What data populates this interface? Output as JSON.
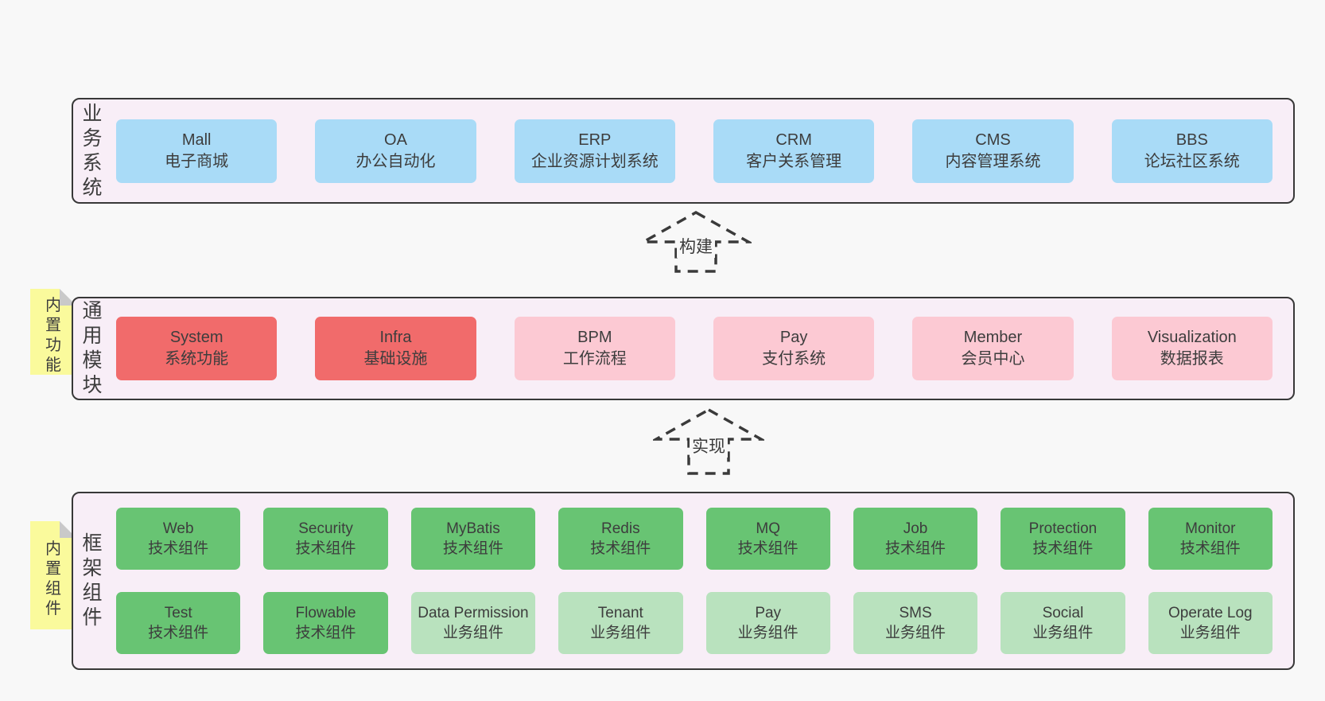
{
  "colors": {
    "page_bg": "#f8f8f8",
    "panel_bg": "#f8eef7",
    "panel_border": "#383838",
    "box_blue": "#a9dbf7",
    "box_red": "#f16b6b",
    "box_pink": "#fcc9d3",
    "box_green": "#68c473",
    "box_lightgreen": "#b9e2be",
    "note_yellow": "#fafa9c",
    "note_fold": "#c9c9c9",
    "text": "#3d3d3d"
  },
  "arrows": [
    {
      "label": "构建"
    },
    {
      "label": "实现"
    }
  ],
  "layers": [
    {
      "label": "业务系统",
      "boxes": [
        {
          "name": "Mall",
          "subtitle": "电子商城"
        },
        {
          "name": "OA",
          "subtitle": "办公自动化"
        },
        {
          "name": "ERP",
          "subtitle": "企业资源计划系统"
        },
        {
          "name": "CRM",
          "subtitle": "客户关系管理"
        },
        {
          "name": "CMS",
          "subtitle": "内容管理系统"
        },
        {
          "name": "BBS",
          "subtitle": "论坛社区系统"
        }
      ]
    },
    {
      "label": "通用模块",
      "note": "内置功能",
      "boxes": [
        {
          "name": "System",
          "subtitle": "系统功能"
        },
        {
          "name": "Infra",
          "subtitle": "基础设施"
        },
        {
          "name": "BPM",
          "subtitle": "工作流程"
        },
        {
          "name": "Pay",
          "subtitle": "支付系统"
        },
        {
          "name": "Member",
          "subtitle": "会员中心"
        },
        {
          "name": "Visualization",
          "subtitle": "数据报表"
        }
      ]
    },
    {
      "label": "框架组件",
      "note": "内置组件",
      "boxes_row1": [
        {
          "name": "Web",
          "subtitle": "技术组件"
        },
        {
          "name": "Security",
          "subtitle": "技术组件"
        },
        {
          "name": "MyBatis",
          "subtitle": "技术组件"
        },
        {
          "name": "Redis",
          "subtitle": "技术组件"
        },
        {
          "name": "MQ",
          "subtitle": "技术组件"
        },
        {
          "name": "Job",
          "subtitle": "技术组件"
        },
        {
          "name": "Protection",
          "subtitle": "技术组件"
        },
        {
          "name": "Monitor",
          "subtitle": "技术组件"
        }
      ],
      "boxes_row2": [
        {
          "name": "Test",
          "subtitle": "技术组件"
        },
        {
          "name": "Flowable",
          "subtitle": "技术组件"
        },
        {
          "name": "Data Permission",
          "subtitle": "业务组件"
        },
        {
          "name": "Tenant",
          "subtitle": "业务组件"
        },
        {
          "name": "Pay",
          "subtitle": "业务组件"
        },
        {
          "name": "SMS",
          "subtitle": "业务组件"
        },
        {
          "name": "Social",
          "subtitle": "业务组件"
        },
        {
          "name": "Operate Log",
          "subtitle": "业务组件"
        }
      ]
    }
  ]
}
